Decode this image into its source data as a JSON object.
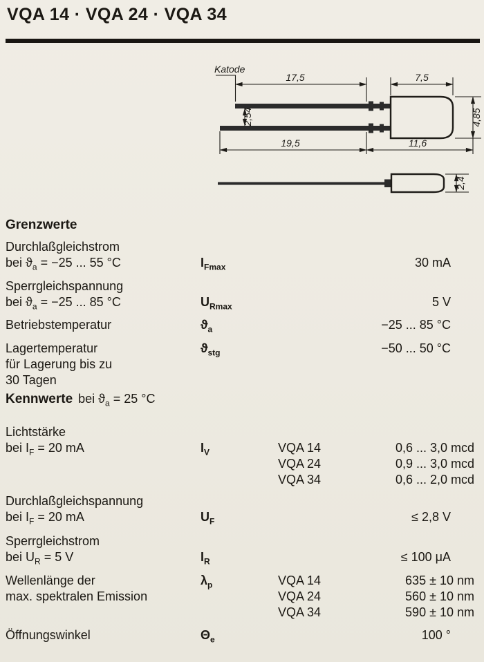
{
  "title": "VQA 14 · VQA 24 · VQA 34",
  "colors": {
    "paper": "#edeae1",
    "ink": "#1b1813"
  },
  "drawing": {
    "katode": "Katode",
    "dim_cathode_lead": "17,5",
    "dim_body_length": "7,5",
    "dim_body_height": "4,85",
    "dim_lead_spacing": "2,54",
    "dim_anode_lead": "19,5",
    "dim_body_total": "11,6",
    "dim_body_thickness": "2,4"
  },
  "limits": {
    "heading": "Grenzwerte",
    "rows": [
      {
        "line1": "Durchlaßgleichstrom",
        "cond": {
          "pre": "bei ϑ",
          "sub": "a",
          "post": " = −25 ... 55 °C"
        },
        "symbol": {
          "base": "I",
          "sub": "Fmax"
        },
        "value": "30 mA"
      },
      {
        "line1": "Sperrgleichspannung",
        "cond": {
          "pre": "bei ϑ",
          "sub": "a",
          "post": " = −25 ... 85 °C"
        },
        "symbol": {
          "base": "U",
          "sub": "Rmax"
        },
        "value": "5 V"
      },
      {
        "line1": "Betriebstemperatur",
        "symbol": {
          "base": "ϑ",
          "sub": "a"
        },
        "value": "−25 ... 85 °C"
      },
      {
        "line1": "Lagertemperatur",
        "line2": "für Lagerung bis zu",
        "line3": "30 Tagen",
        "symbol": {
          "base": "ϑ",
          "sub": "stg"
        },
        "value": "−50 ... 50 °C"
      }
    ]
  },
  "characteristics": {
    "heading": "Kennwerte",
    "heading_cond": {
      "pre": "bei ϑ",
      "sub": "a",
      "post": " = 25 °C"
    },
    "rows": [
      {
        "line1": "Lichtstärke",
        "cond": {
          "pre": "bei I",
          "sub": "F",
          "post": " = 20 mA"
        },
        "symbol": {
          "base": "I",
          "sub": "V"
        },
        "variants": [
          {
            "name": "VQA 14",
            "value": "0,6 ... 3,0 mcd"
          },
          {
            "name": "VQA 24",
            "value": "0,9 ... 3,0 mcd"
          },
          {
            "name": "VQA 34",
            "value": "0,6 ... 2,0 mcd"
          }
        ]
      },
      {
        "line1": "Durchlaßgleichspannung",
        "cond": {
          "pre": "bei I",
          "sub": "F",
          "post": " = 20 mA"
        },
        "symbol": {
          "base": "U",
          "sub": "F"
        },
        "value": "≤ 2,8 V"
      },
      {
        "line1": "Sperrgleichstrom",
        "cond": {
          "pre": "bei U",
          "sub": "R",
          "post": " = 5 V"
        },
        "symbol": {
          "base": "I",
          "sub": "R"
        },
        "value": "≤ 100 μA"
      },
      {
        "line1": "Wellenlänge der",
        "line2": "max. spektralen Emission",
        "symbol": {
          "base": "λ",
          "sub": "p"
        },
        "variants": [
          {
            "name": "VQA 14",
            "value": "635 ± 10 nm"
          },
          {
            "name": "VQA 24",
            "value": "560 ± 10 nm"
          },
          {
            "name": "VQA 34",
            "value": "590 ± 10 nm"
          }
        ]
      },
      {
        "line1": "Öffnungswinkel",
        "symbol": {
          "base": "Θ",
          "sub": "e"
        },
        "value": "100 °"
      }
    ]
  }
}
